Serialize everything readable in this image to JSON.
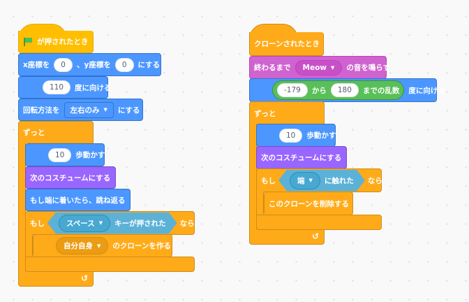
{
  "left_script": {
    "hat": "が押されたとき",
    "goto": {
      "l1": "x座標を",
      "x": "0",
      "l2": "、y座標を",
      "y": "0",
      "l3": "にする"
    },
    "point": {
      "value": "110",
      "label": "度に向ける"
    },
    "rotation": {
      "label": "回転方法を",
      "option": "左右のみ",
      "l2": "にする"
    },
    "forever": "ずっと",
    "move": {
      "value": "10",
      "label": "歩動かす"
    },
    "next_costume": "次のコスチュームにする",
    "bounce": "もし端に着いたら、跳ね返る",
    "if": {
      "l1": "もし",
      "key": "スペース",
      "cond": "キーが押された",
      "l2": "なら"
    },
    "clone": {
      "target": "自分自身",
      "label": "のクローンを作る"
    }
  },
  "right_script": {
    "hat": "クローンされたとき",
    "sound": {
      "l1": "終わるまで",
      "sound": "Meow",
      "l2": "の音を鳴らす"
    },
    "point_random": {
      "from": "-179",
      "l1": "から",
      "to": "180",
      "l2": "までの乱数",
      "l3": "度に向ける"
    },
    "forever": "ずっと",
    "move": {
      "value": "10",
      "label": "歩動かす"
    },
    "next_costume": "次のコスチュームにする",
    "if": {
      "l1": "もし",
      "target": "端",
      "cond": "に触れた",
      "l2": "なら"
    },
    "delete": "このクローンを削除する"
  }
}
